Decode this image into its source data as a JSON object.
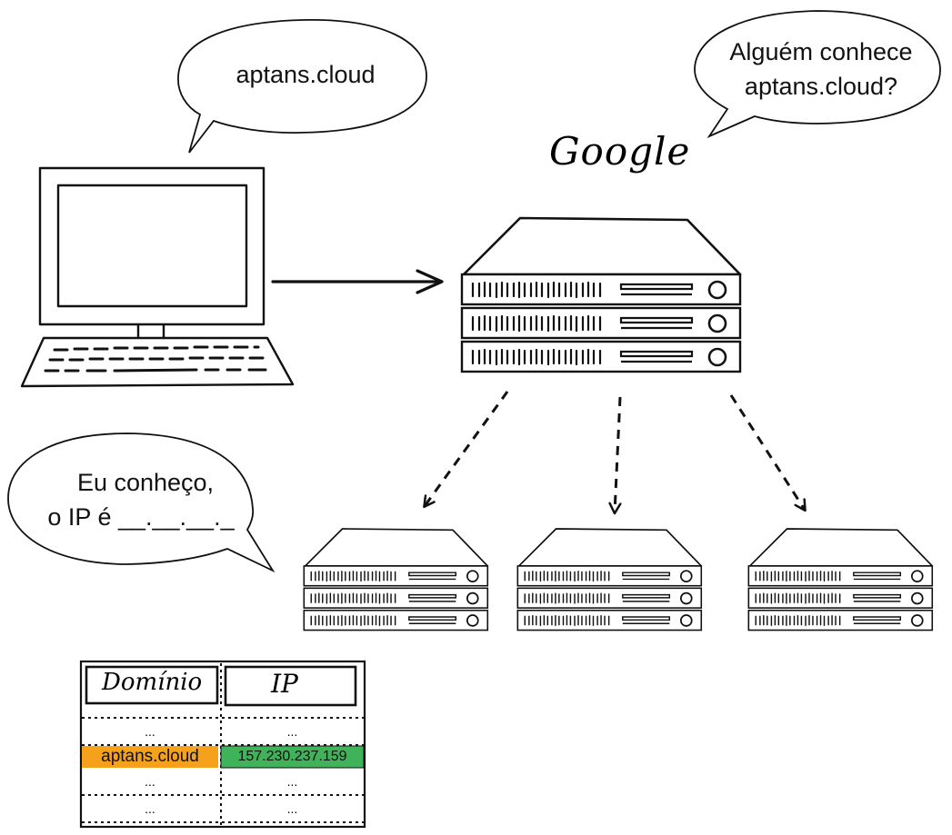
{
  "bubbles": {
    "client_query": "aptans.cloud",
    "resolver_question": "Alguém conhece aptans.cloud?",
    "answer_line1": "Eu conheço,",
    "answer_line2": "o IP é __.__.__._"
  },
  "google_label": "Google",
  "table": {
    "header_domain": "Domínio",
    "header_ip": "IP",
    "rows": [
      {
        "domain": "...",
        "ip": "..."
      },
      {
        "domain": "aptans.cloud",
        "ip": "157.230.237.159"
      },
      {
        "domain": "...",
        "ip": "..."
      },
      {
        "domain": "...",
        "ip": "..."
      }
    ]
  },
  "icons": [
    "computer-icon",
    "server-rack-icon"
  ],
  "colors": {
    "domain_highlight": "#f5a11c",
    "ip_highlight": "#40b25a",
    "ink": "#111111"
  }
}
